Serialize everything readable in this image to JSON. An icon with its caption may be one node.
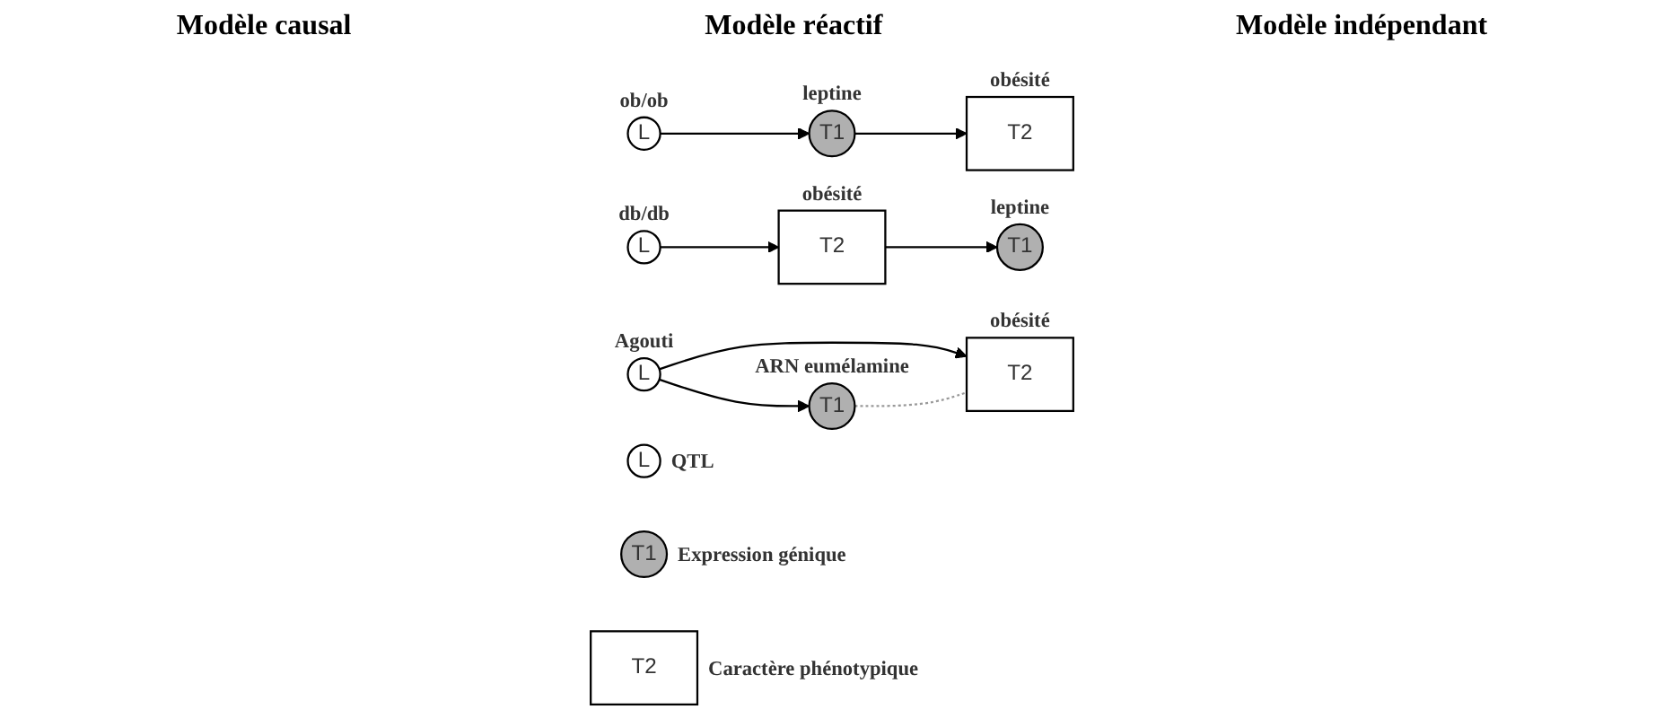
{
  "diagram": {
    "nodes": [
      {
        "text": [
          "L"
        ],
        "beside": [
          "ob/ob"
        ]
      },
      {
        "text": [
          "T1"
        ],
        "beside": [
          "leptine"
        ]
      },
      {
        "text": [
          "T2"
        ],
        "beside": [
          "obésité"
        ]
      },
      {
        "text": [
          "L"
        ],
        "beside": [
          "db/db"
        ]
      },
      {
        "text": [
          "T2"
        ],
        "beside": [
          "obésité"
        ]
      },
      {
        "text": [
          "T1"
        ],
        "beside": [
          "leptine"
        ]
      },
      {
        "text": [
          "L"
        ],
        "beside": [
          "Agouti"
        ]
      },
      {
        "text": [
          "T1"
        ],
        "beside": [
          "ARN eumélamine"
        ]
      },
      {
        "text": [
          "T2"
        ],
        "beside": [
          "obésité"
        ]
      },
      {
        "text": [
          "L"
        ],
        "beside": [
          "QTL"
        ]
      },
      {
        "text": [
          "T1"
        ],
        "beside": [
          "Expression génique"
        ]
      },
      {
        "text": [
          "T2"
        ],
        "beside": [
          "Caractère phénotypique"
        ]
      }
    ],
    "edges": [
      {
        "from": 0,
        "to": 1,
        "arrow": "to"
      },
      {
        "from": 1,
        "to": 2,
        "arrow": "to"
      },
      {
        "from": 3,
        "to": 4,
        "arrow": "to"
      },
      {
        "from": 4,
        "to": 5,
        "arrow": "to"
      },
      {
        "from": 6,
        "to": 7,
        "arrow": "to"
      },
      {
        "from": 6,
        "to": 8,
        "arrow": "to"
      },
      {
        "from": 7,
        "to": 8,
        "arrow": "none",
        "style": "dashed",
        "color": "#999999"
      }
    ],
    "labels": [
      "Modèle causal",
      "Modèle réactif",
      "Modèle indépendant"
    ]
  }
}
